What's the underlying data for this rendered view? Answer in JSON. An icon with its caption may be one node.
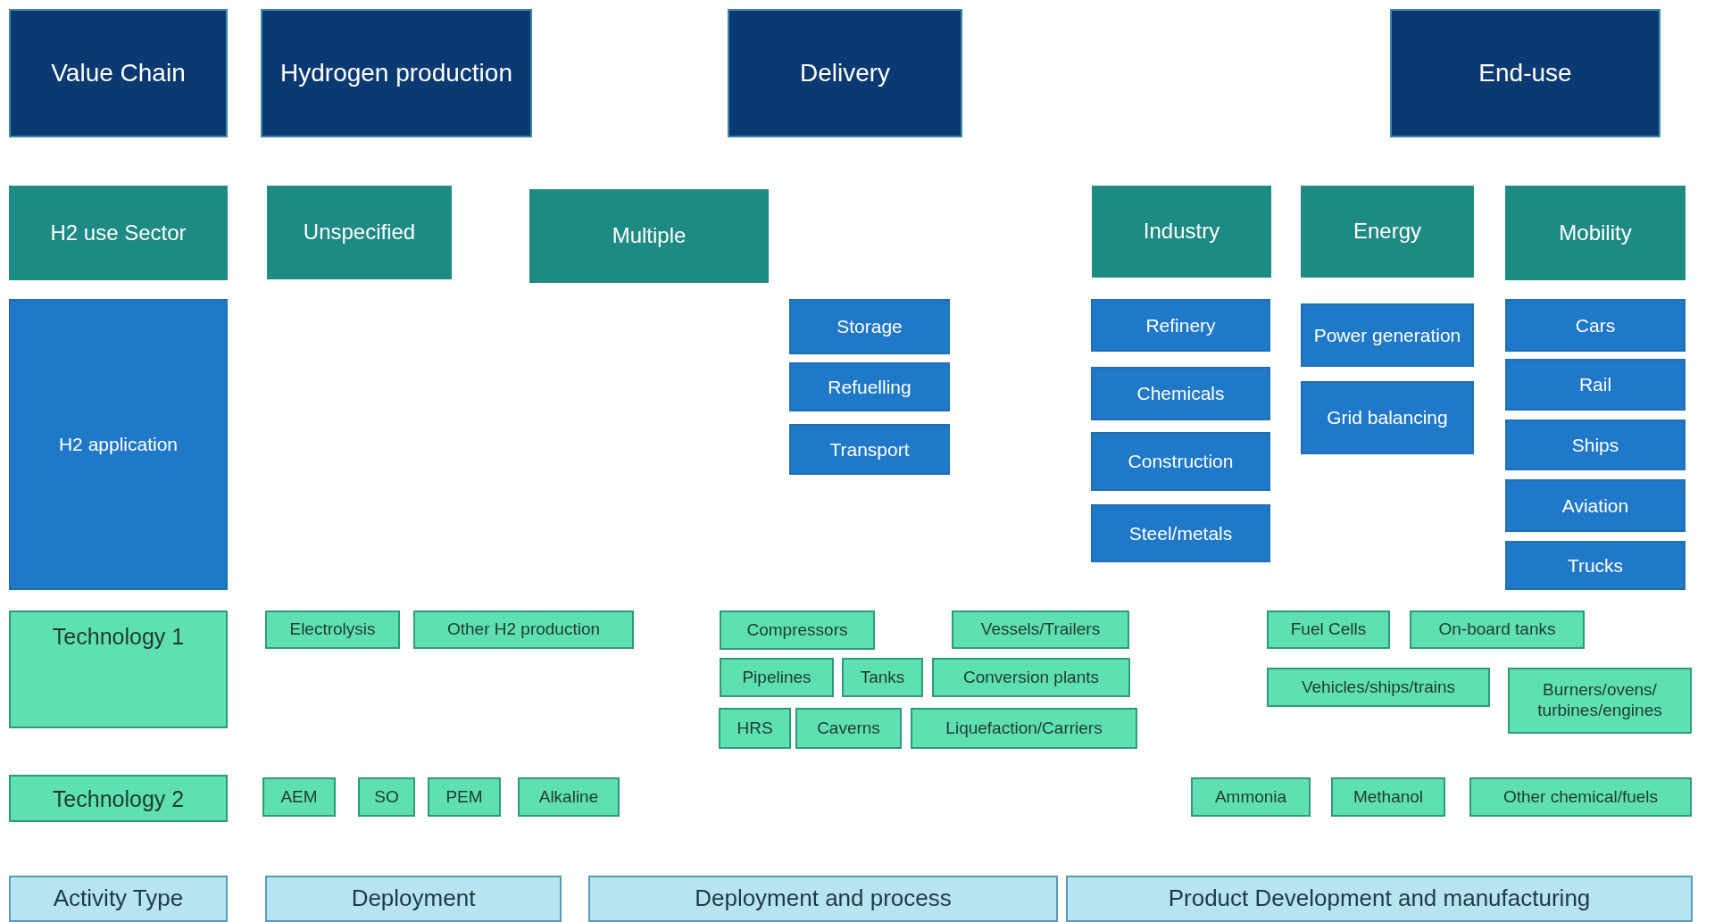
{
  "diagram": {
    "nodes": [
      {
        "text": [
          "Value Chain"
        ]
      },
      {
        "text": [
          "Hydrogen production"
        ]
      },
      {
        "text": [
          "Delivery"
        ]
      },
      {
        "text": [
          "End-use"
        ]
      },
      {
        "text": [
          "H2 use Sector"
        ]
      },
      {
        "text": [
          "Unspecified"
        ]
      },
      {
        "text": [
          "Multiple"
        ]
      },
      {
        "text": [
          "Industry"
        ]
      },
      {
        "text": [
          "Energy"
        ]
      },
      {
        "text": [
          "Mobility"
        ]
      },
      {
        "text": [
          "H2 application"
        ]
      },
      {
        "text": [
          "Storage"
        ]
      },
      {
        "text": [
          "Refinery"
        ]
      },
      {
        "text": [
          "Power generation"
        ]
      },
      {
        "text": [
          "Cars"
        ]
      },
      {
        "text": [
          "Refuelling"
        ]
      },
      {
        "text": [
          "Chemicals"
        ]
      },
      {
        "text": [
          "Grid balancing"
        ]
      },
      {
        "text": [
          "Rail"
        ]
      },
      {
        "text": [
          "Transport"
        ]
      },
      {
        "text": [
          "Construction"
        ]
      },
      {
        "text": [
          "Ships"
        ]
      },
      {
        "text": [
          "Steel/metals"
        ]
      },
      {
        "text": [
          "Aviation"
        ]
      },
      {
        "text": [
          "Trucks"
        ]
      },
      {
        "text": [
          "Technology 1"
        ]
      },
      {
        "text": [
          "Electrolysis"
        ]
      },
      {
        "text": [
          "Other H2 production"
        ]
      },
      {
        "text": [
          "Compressors"
        ]
      },
      {
        "text": [
          "Vessels/Trailers"
        ]
      },
      {
        "text": [
          "Fuel Cells"
        ]
      },
      {
        "text": [
          "On-board tanks"
        ]
      },
      {
        "text": [
          "Pipelines"
        ]
      },
      {
        "text": [
          "Tanks"
        ]
      },
      {
        "text": [
          "Conversion plants"
        ]
      },
      {
        "text": [
          "Vehicles/ships/trains"
        ]
      },
      {
        "text": [
          "Burners/ovens/ turbines/engines"
        ]
      },
      {
        "text": [
          "HRS"
        ]
      },
      {
        "text": [
          "Caverns"
        ]
      },
      {
        "text": [
          "Liquefaction/Carriers"
        ]
      },
      {
        "text": [
          "Technology 2"
        ]
      },
      {
        "text": [
          "AEM"
        ]
      },
      {
        "text": [
          "SO"
        ]
      },
      {
        "text": [
          "PEM"
        ]
      },
      {
        "text": [
          "Alkaline"
        ]
      },
      {
        "text": [
          "Ammonia"
        ]
      },
      {
        "text": [
          "Methanol"
        ]
      },
      {
        "text": [
          "Other chemical/fuels"
        ]
      },
      {
        "text": [
          "Activity Type"
        ]
      },
      {
        "text": [
          "Deployment"
        ]
      },
      {
        "text": [
          "Deployment and process"
        ]
      },
      {
        "text": [
          "Product Development and manufacturing"
        ]
      }
    ]
  }
}
